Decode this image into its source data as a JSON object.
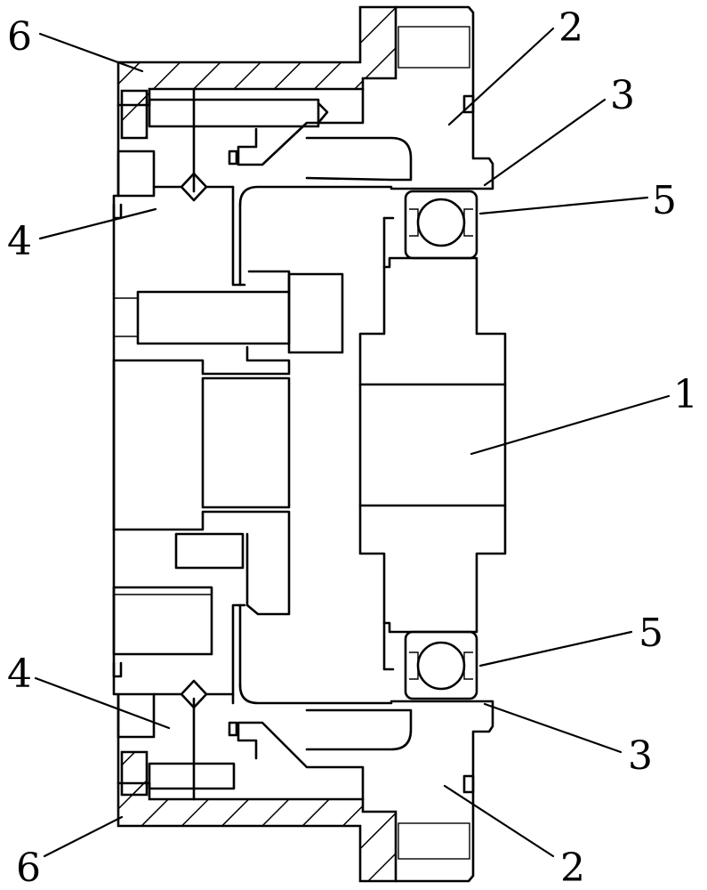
{
  "figure": {
    "title": "Cross-section mechanical drawing",
    "colors": {
      "line": "#000000",
      "background": "#ffffff"
    },
    "labels": [
      {
        "id": "label-6-top",
        "text": "6"
      },
      {
        "id": "label-2-top",
        "text": "2"
      },
      {
        "id": "label-3-top",
        "text": "3"
      },
      {
        "id": "label-5-top",
        "text": "5"
      },
      {
        "id": "label-4-top",
        "text": "4"
      },
      {
        "id": "label-1",
        "text": "1"
      },
      {
        "id": "label-5-bottom",
        "text": "5"
      },
      {
        "id": "label-4-bottom",
        "text": "4"
      },
      {
        "id": "label-3-bottom",
        "text": "3"
      },
      {
        "id": "label-6-bottom",
        "text": "6"
      },
      {
        "id": "label-2-bottom",
        "text": "2"
      }
    ]
  }
}
